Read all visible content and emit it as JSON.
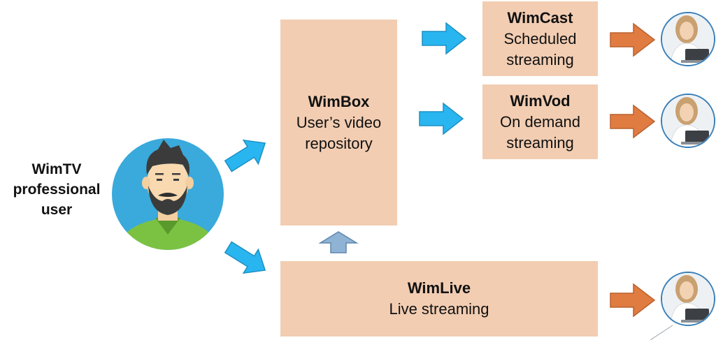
{
  "user": {
    "label_lines": [
      "WimTV",
      "professional",
      "user"
    ]
  },
  "wimbox": {
    "title": "WimBox",
    "lines": [
      "User’s video",
      "repository"
    ]
  },
  "wimcast": {
    "title": "WimCast",
    "lines": [
      "Scheduled",
      "streaming"
    ]
  },
  "wimvod": {
    "title": "WimVod",
    "lines": [
      "On demand",
      "streaming"
    ]
  },
  "wimlive": {
    "title": "WimLive",
    "lines": [
      "Live streaming"
    ]
  },
  "colors": {
    "box_fill": "#f2cdb2",
    "flow_arrow": "#29b6f0",
    "audience_arrow": "#e07c42",
    "upload_arrow": "#8fb3d4",
    "avatar_bg": "#3aa9db",
    "avatar_shirt": "#7cc242"
  },
  "icons": {
    "user": "bearded-user-avatar-icon",
    "viewer": "viewer-woman-at-laptop-icon"
  }
}
